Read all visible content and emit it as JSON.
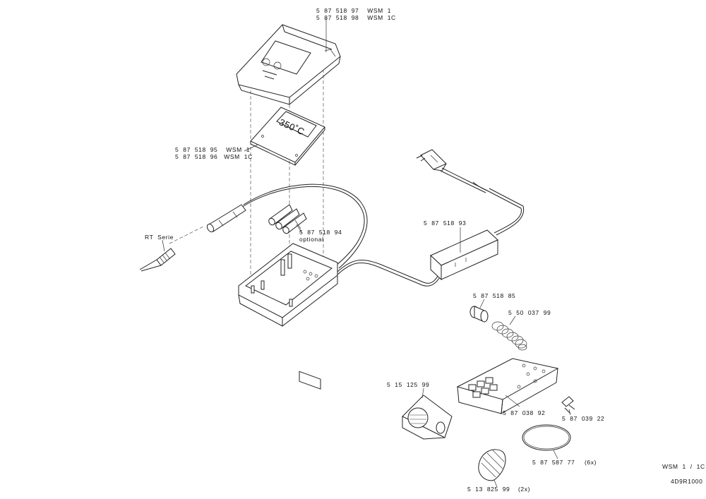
{
  "labels": {
    "lcd_display": "350˚C",
    "display_housing_wsm1": "5  87  518  97    WSM  1",
    "display_housing_wsm1c": "5  87  518  98    WSM  1C",
    "pcb_wsm1": "5  87  518  95    WSM  1",
    "pcb_wsm1c": "5  87  518  96   WSM  1C",
    "batteries_part": "5  87  518  94",
    "batteries_note": "optional",
    "rt_series": "RT  Serie",
    "power_supply": "5  87  518  93",
    "sleeve": "5  87  518  85",
    "spiral": "5  50  037  99",
    "base_plate": "5  87  038  92",
    "cup": "5  15  125  99",
    "screw": "5  87  039  22",
    "sponge_part": "5  13  825  99",
    "sponge_qty": "(2x)",
    "ring_part": "5  87  587  77",
    "ring_qty": "(6x)",
    "model": "WSM  1  /  1C",
    "drawing_number": "4D9R1000"
  },
  "icons": [
    "station-housing",
    "pcb-display",
    "soldering-iron",
    "rt-tip",
    "batteries",
    "plug",
    "power-supply",
    "base-unit",
    "sleeve",
    "spiral-spring",
    "stand-base-plate",
    "tip-cup",
    "screw-pins",
    "sponge",
    "rubber-ring"
  ]
}
